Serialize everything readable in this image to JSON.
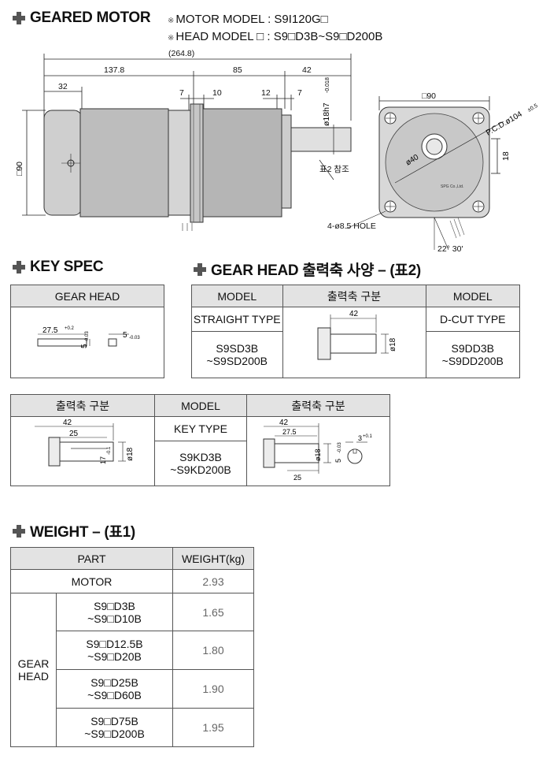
{
  "geared_motor": {
    "title": "GEARED MOTOR",
    "motor_model": "MOTOR MODEL : S9I120G□",
    "head_model": "HEAD MODEL □ : S9□D3B~S9□D200B",
    "dims": {
      "total": "(264.8)",
      "d137": "137.8",
      "d85": "85",
      "d42": "42",
      "d32": "32",
      "d7a": "7",
      "d10": "10",
      "d12": "12",
      "d7b": "7",
      "shaft": "ø18h7",
      "shaft_tol": "-0.018",
      "sq90": "□90",
      "sq90_top": "□90",
      "pcd": "P.C.D.ø104",
      "pcd_tol": "±0.5",
      "bore": "ø40",
      "d18": "18",
      "ref": "표2 참조",
      "hole": "4-ø8.5 HOLE",
      "angle": "22° 30'",
      "brand": "SPG Co.,Ltd."
    }
  },
  "key_spec": {
    "title": "KEY SPEC",
    "header": "GEAR HEAD",
    "d27": "27.5",
    "d27_tol": "+0.2",
    "d5a": "5",
    "d5a_tol": "-0.03",
    "d5b": "5",
    "d5b_tol": "-0.03"
  },
  "gear_head": {
    "title": "GEAR HEAD 출력축 사양 – (표2)",
    "col_model": "MODEL",
    "col_output": "출력축 구분",
    "col_model2": "MODEL",
    "straight_type": "STRAIGHT TYPE",
    "straight_m1": "S9SD3B",
    "straight_m2": "~S9SD200B",
    "dcut_type": "D-CUT TYPE",
    "dcut_m1": "S9DD3B",
    "dcut_m2": "~S9DD200B",
    "s_d42": "42",
    "s_d18": "ø18"
  },
  "key_table": {
    "col_output1": "출력축 구분",
    "col_model": "MODEL",
    "col_output2": "출력축 구분",
    "key_type": "KEY TYPE",
    "key_m1": "S9KD3B",
    "key_m2": "~S9KD200B",
    "k_d42": "42",
    "k_d25": "25",
    "k_d17": "17",
    "k_d17_tol": "-0.1",
    "k_d18": "ø18",
    "c_d42": "42",
    "c_d27": "27.5",
    "c_d25": "25",
    "c_d18": "ø18",
    "c_d5": "5",
    "c_d5_tol": "-0.03",
    "c_d3": "3",
    "c_d3_tol": "+0.1"
  },
  "weight": {
    "title": "WEIGHT – (표1)",
    "col_part": "PART",
    "col_weight": "WEIGHT(kg)",
    "motor_label": "MOTOR",
    "motor_weight": "2.93",
    "gear_head_label1": "GEAR",
    "gear_head_label2": "HEAD",
    "rows": [
      {
        "m1": "S9□D3B",
        "m2": "~S9□D10B",
        "w": "1.65"
      },
      {
        "m1": "S9□D12.5B",
        "m2": "~S9□D20B",
        "w": "1.80"
      },
      {
        "m1": "S9□D25B",
        "m2": "~S9□D60B",
        "w": "1.90"
      },
      {
        "m1": "S9□D75B",
        "m2": "~S9□D200B",
        "w": "1.95"
      }
    ]
  }
}
